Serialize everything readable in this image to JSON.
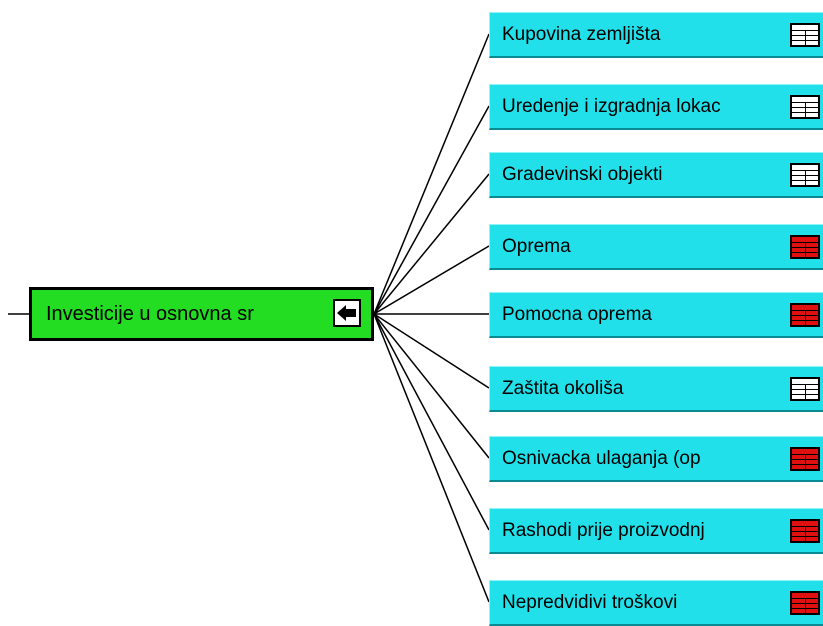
{
  "root": {
    "label": "Investicije u osnovna sr",
    "toggle_icon": "arrow-left-icon"
  },
  "children": [
    {
      "label": "Kupovina zemljišta",
      "icon": "table-icon",
      "icon_state": "empty"
    },
    {
      "label": "Uredenje i izgradnja lokac",
      "icon": "table-icon",
      "icon_state": "empty"
    },
    {
      "label": "Gradevinski objekti",
      "icon": "table-icon",
      "icon_state": "empty"
    },
    {
      "label": "Oprema",
      "icon": "table-icon",
      "icon_state": "filled"
    },
    {
      "label": "Pomocna oprema",
      "icon": "table-icon",
      "icon_state": "filled"
    },
    {
      "label": "Zaštita okoliša",
      "icon": "table-icon",
      "icon_state": "empty"
    },
    {
      "label": "Osnivacka ulaganja (op",
      "icon": "table-icon",
      "icon_state": "filled"
    },
    {
      "label": "Rashodi prije proizvodnj",
      "icon": "table-icon",
      "icon_state": "filled"
    },
    {
      "label": "Nepredvidivi troškovi",
      "icon": "table-icon",
      "icon_state": "filled"
    }
  ],
  "colors": {
    "root_fill": "#22dd22",
    "child_fill": "#22e0ea",
    "icon_empty": "#ffffff",
    "icon_filled": "#e01010"
  }
}
